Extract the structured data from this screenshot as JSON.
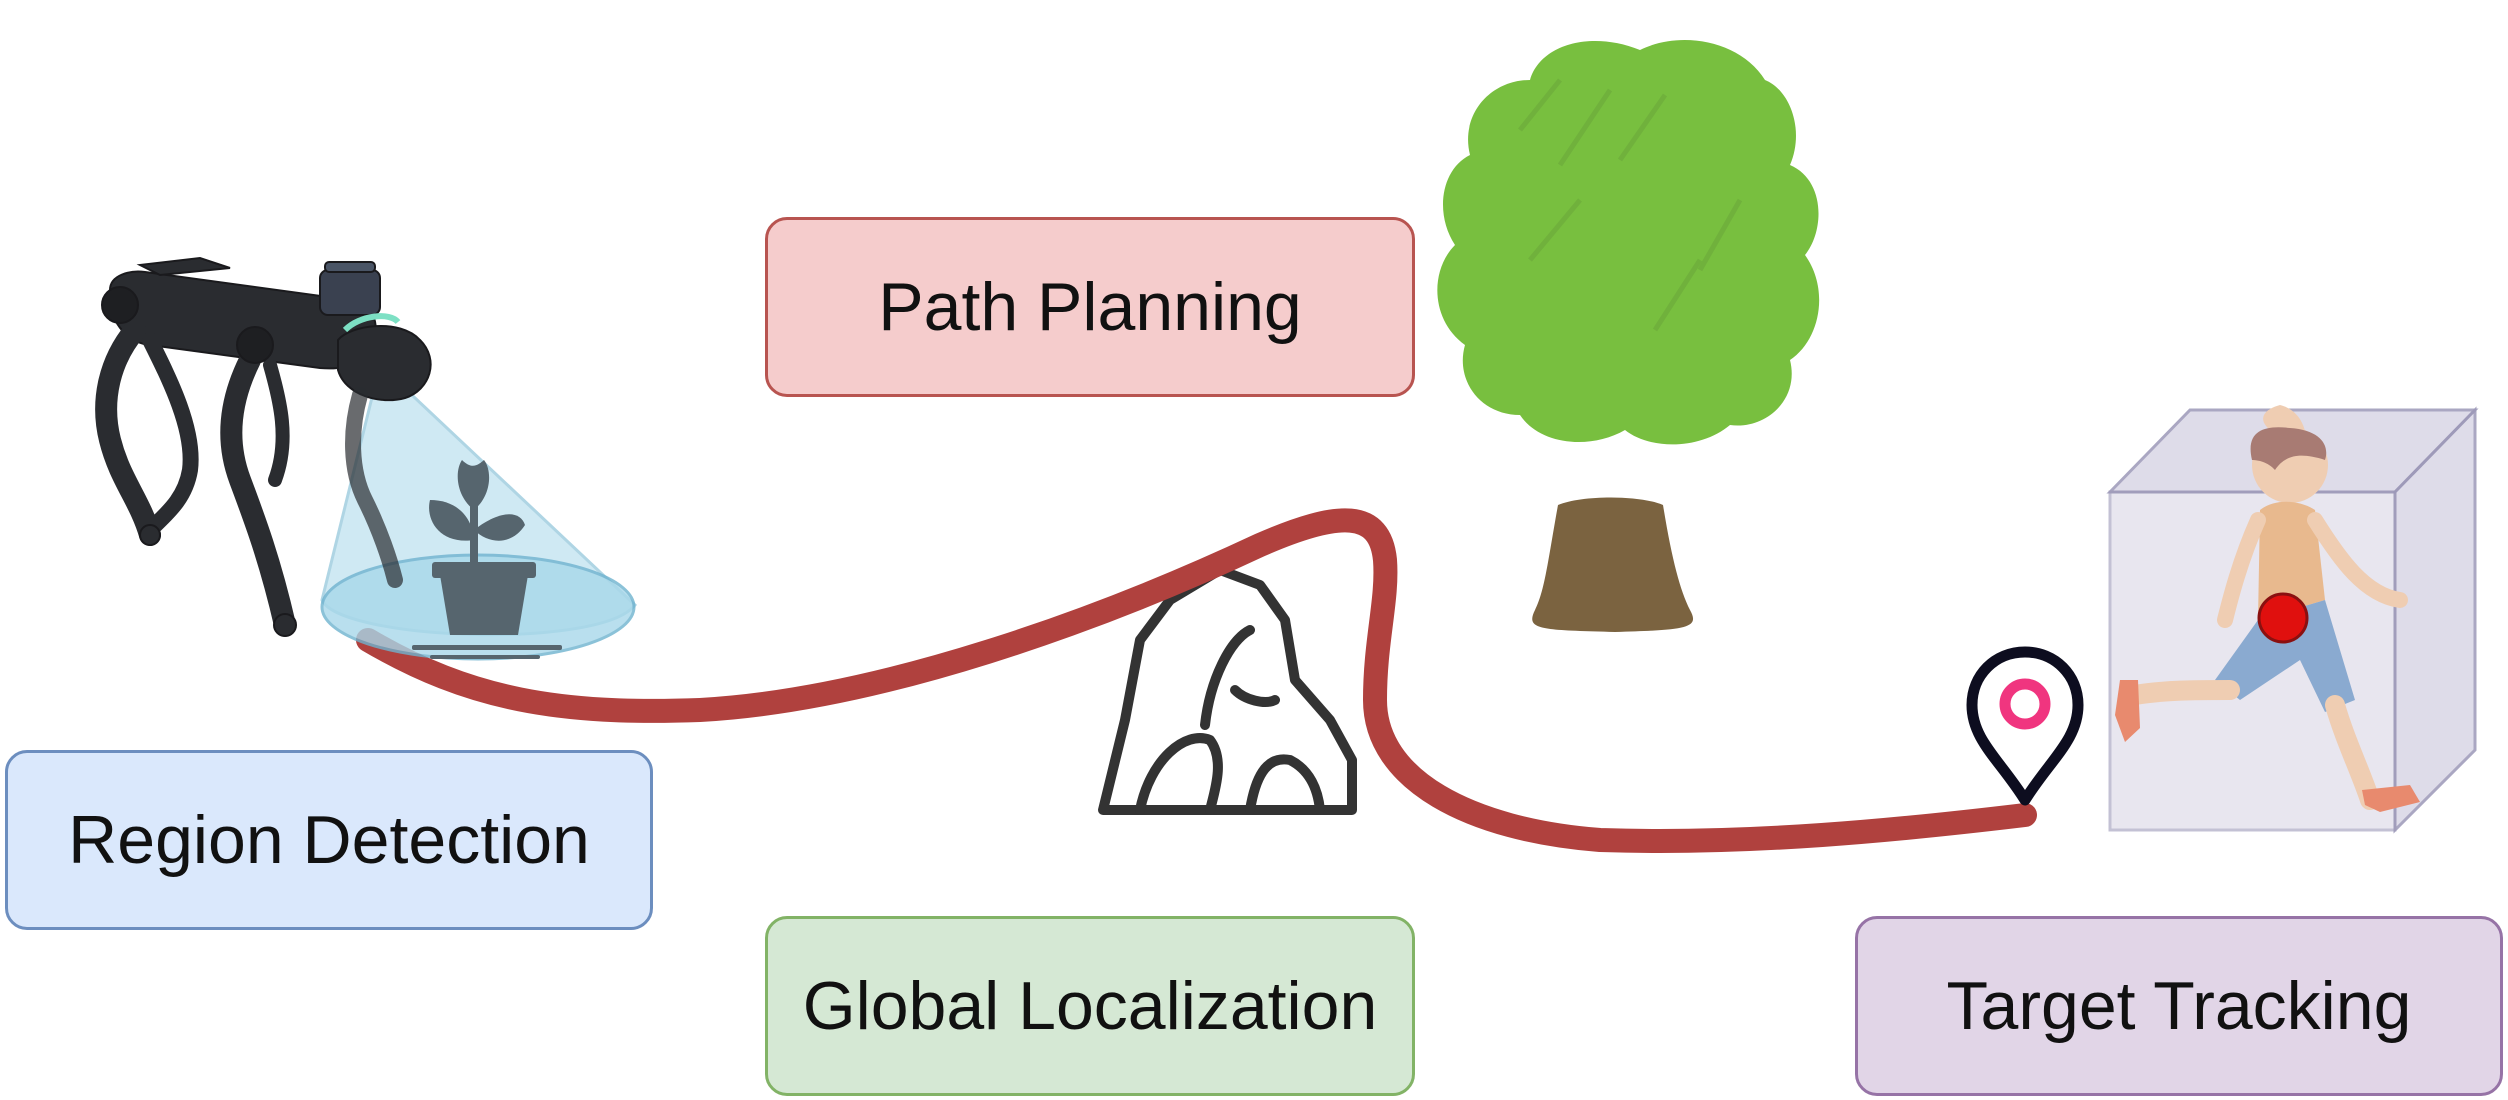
{
  "labels": {
    "path_planning": "Path Planning",
    "region_detection": "Region Detection",
    "global_localization": "Global Localization",
    "target_tracking": "Target Tracking"
  },
  "colors": {
    "path_planning_fill": "#f5cccc",
    "path_planning_border": "#b85450",
    "region_detection_fill": "#dae8fc",
    "region_detection_border": "#6c8ebf",
    "global_localization_fill": "#d5e8d4",
    "global_localization_border": "#82b366",
    "target_tracking_fill": "#e1d5e7",
    "target_tracking_border": "#9673a6",
    "trajectory": "#b0413e",
    "tree_foliage": "#78bf3f",
    "tree_trunk": "#7b6340",
    "marker_outline": "#0d0d1f",
    "marker_center": "#f0357f",
    "sensor_cone": "#a8d8ea",
    "tracking_box": "#d9d6e6",
    "target_dot": "#e0100e"
  },
  "icons": [
    "quadruped-robot-icon",
    "potted-plant-icon",
    "tree-icon",
    "rock-icon",
    "location-pin-icon",
    "running-person-icon"
  ]
}
